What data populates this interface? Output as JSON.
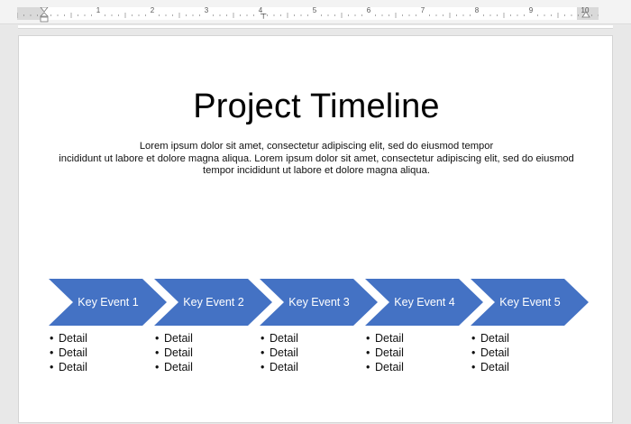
{
  "ruler": {
    "numbers": [
      "1",
      "2",
      "3",
      "4",
      "5",
      "6",
      "7",
      "8",
      "9",
      "10"
    ]
  },
  "document": {
    "title": "Project Timeline",
    "body_lines": [
      "Lorem ipsum dolor sit amet, consectetur adipiscing elit, sed do eiusmod tempor",
      "incididunt ut labore et dolore magna aliqua. Lorem ipsum dolor sit amet, consectetur adipiscing elit, sed do eiusmod",
      "tempor incididunt ut labore et dolore magna aliqua."
    ]
  },
  "timeline": {
    "color": "#4472C4",
    "events": [
      {
        "label": "Key Event 1",
        "details": [
          "Detail",
          "Detail",
          "Detail"
        ]
      },
      {
        "label": "Key Event 2",
        "details": [
          "Detail",
          "Detail",
          "Detail"
        ]
      },
      {
        "label": "Key Event 3",
        "details": [
          "Detail",
          "Detail",
          "Detail"
        ]
      },
      {
        "label": "Key Event 4",
        "details": [
          "Detail",
          "Detail",
          "Detail"
        ]
      },
      {
        "label": "Key Event 5",
        "details": [
          "Detail",
          "Detail",
          "Detail"
        ]
      }
    ]
  }
}
